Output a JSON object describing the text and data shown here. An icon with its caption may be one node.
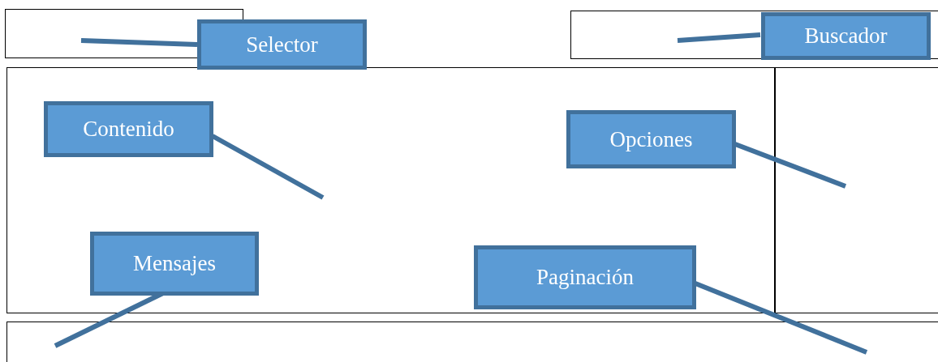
{
  "diagram": {
    "nodes": [
      {
        "text": [],
        "shape": "box"
      },
      {
        "text": [
          "Selector"
        ]
      },
      {
        "text": [],
        "shape": "box"
      },
      {
        "text": [
          "Buscador"
        ],
        "in": 2
      },
      {
        "text": [],
        "shape": "box"
      },
      {
        "text": [
          "Contenido"
        ],
        "in": 4
      },
      {
        "text": [
          "Opciones"
        ],
        "in": 4
      },
      {
        "text": [],
        "shape": "box"
      },
      {
        "text": [
          "Mensajes"
        ],
        "in": 4
      },
      {
        "text": [
          "Paginación"
        ],
        "in": 4
      },
      {
        "text": [],
        "shape": "box"
      }
    ],
    "edges": [
      {
        "from": 1,
        "to": 0,
        "arrow": "none"
      },
      {
        "from": 3,
        "to": 2,
        "arrow": "none"
      },
      {
        "from": 5,
        "to": 4,
        "arrow": "none"
      },
      {
        "from": 6,
        "to": 7,
        "arrow": "none"
      },
      {
        "from": 8,
        "to": 10,
        "arrow": "none"
      },
      {
        "from": 9,
        "to": 10,
        "arrow": "none"
      }
    ]
  }
}
